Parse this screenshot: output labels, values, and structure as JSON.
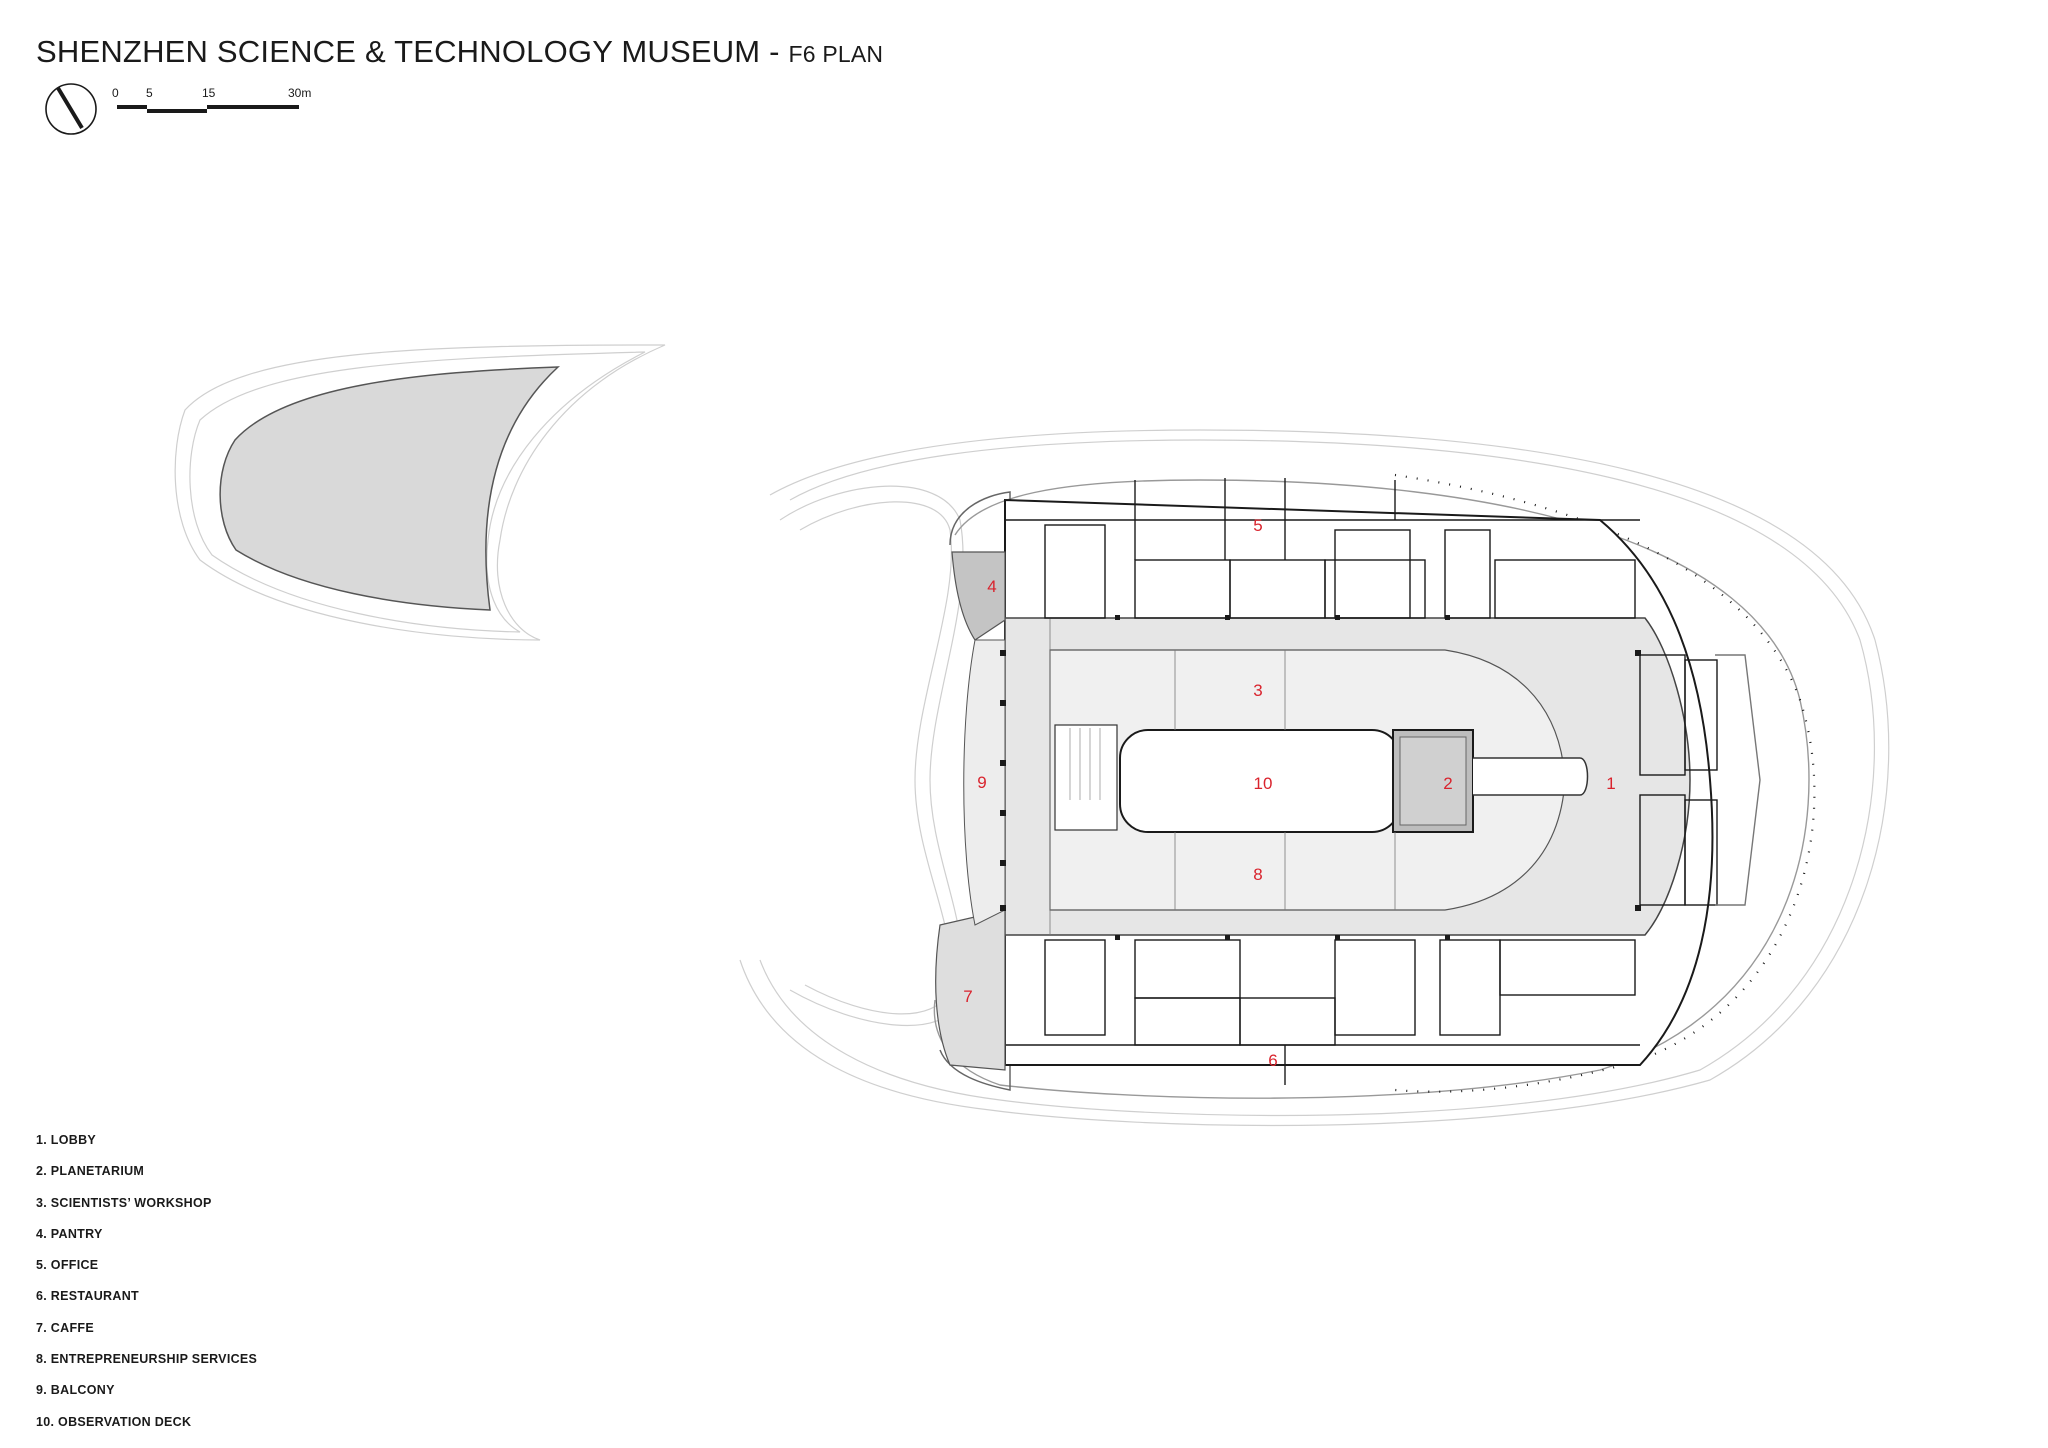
{
  "title": {
    "main": "SHENZHEN SCIENCE & TECHNOLOGY MUSEUM - ",
    "sub": "F6 PLAN"
  },
  "scale_bar": {
    "ticks": [
      "0",
      "5",
      "15",
      "30m"
    ]
  },
  "north_arrow_icon": "north-arrow-icon",
  "colors": {
    "ink": "#1a1a1a",
    "label_red": "#d9232d",
    "floor_gray": "#e6e6e6",
    "deck_gray": "#d6d6d6"
  },
  "rooms": [
    {
      "id": "1",
      "label": "1"
    },
    {
      "id": "2",
      "label": "2"
    },
    {
      "id": "3",
      "label": "3"
    },
    {
      "id": "4",
      "label": "4"
    },
    {
      "id": "5",
      "label": "5"
    },
    {
      "id": "6",
      "label": "6"
    },
    {
      "id": "7",
      "label": "7"
    },
    {
      "id": "8",
      "label": "8"
    },
    {
      "id": "9",
      "label": "9"
    },
    {
      "id": "10",
      "label": "10"
    }
  ],
  "legend": [
    "1. LOBBY",
    "2. PLANETARIUM",
    "3. SCIENTISTS’ WORKSHOP",
    "4. PANTRY",
    "5. OFFICE",
    "6. RESTAURANT",
    "7. CAFFE",
    "8. ENTREPRENEURSHIP SERVICES",
    "9. BALCONY",
    "10. OBSERVATION DECK"
  ]
}
